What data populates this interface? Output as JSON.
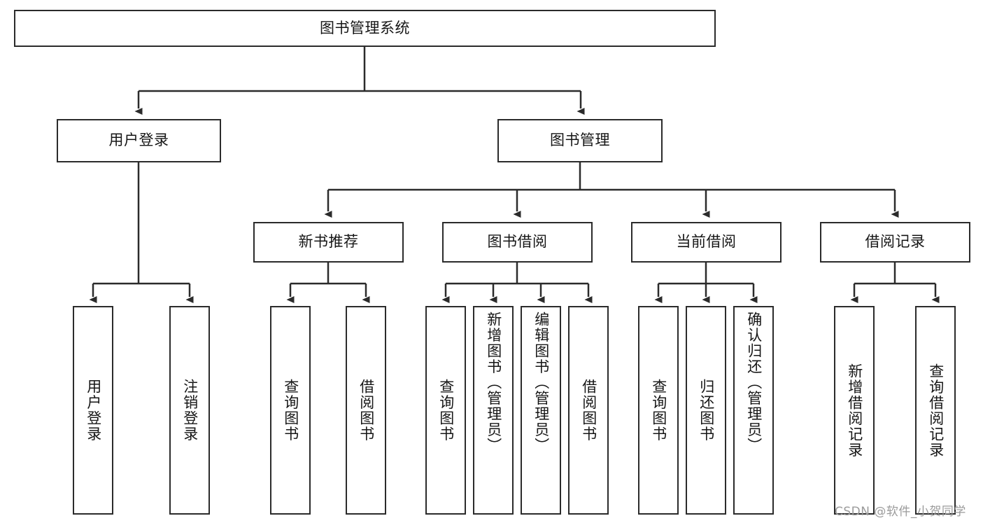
{
  "diagram": {
    "type": "tree-hierarchy",
    "title": "图书管理系统",
    "root": {
      "label": "图书管理系统"
    },
    "level2": [
      {
        "id": "user-login",
        "label": "用户登录"
      },
      {
        "id": "book-manage",
        "label": "图书管理"
      }
    ],
    "level3": [
      {
        "id": "new-book-recommend",
        "label": "新书推荐",
        "parent": "book-manage"
      },
      {
        "id": "book-borrow",
        "label": "图书借阅",
        "parent": "book-manage"
      },
      {
        "id": "current-borrow",
        "label": "当前借阅",
        "parent": "book-manage"
      },
      {
        "id": "borrow-record",
        "label": "借阅记录",
        "parent": "book-manage"
      }
    ],
    "leaves": [
      {
        "id": "leaf-user-login",
        "label": "用户登录",
        "parent": "user-login"
      },
      {
        "id": "leaf-logout-login",
        "label": "注销登录",
        "parent": "user-login"
      },
      {
        "id": "leaf-query-book-1",
        "label": "查询图书",
        "parent": "new-book-recommend"
      },
      {
        "id": "leaf-borrow-book-1",
        "label": "借阅图书",
        "parent": "new-book-recommend"
      },
      {
        "id": "leaf-query-book-2",
        "label": "查询图书",
        "parent": "book-borrow"
      },
      {
        "id": "leaf-add-book",
        "label": "新增图书（管理员）",
        "parent": "book-borrow"
      },
      {
        "id": "leaf-edit-book",
        "label": "编辑图书（管理员）",
        "parent": "book-borrow"
      },
      {
        "id": "leaf-borrow-book-2",
        "label": "借阅图书",
        "parent": "book-borrow"
      },
      {
        "id": "leaf-query-book-3",
        "label": "查询图书",
        "parent": "current-borrow"
      },
      {
        "id": "leaf-return-book",
        "label": "归还图书",
        "parent": "current-borrow"
      },
      {
        "id": "leaf-confirm-return",
        "label": "确认归还（管理员）",
        "parent": "current-borrow"
      },
      {
        "id": "leaf-add-record",
        "label": "新增借阅记录",
        "parent": "borrow-record"
      },
      {
        "id": "leaf-query-record",
        "label": "查询借阅记录",
        "parent": "borrow-record"
      }
    ],
    "colors": {
      "stroke": "#2b2b2b",
      "fill": "#ffffff",
      "text": "#161616",
      "watermark": "#9b9b9b"
    }
  },
  "watermark": {
    "text": "CSDN @软件_小贺同学"
  }
}
